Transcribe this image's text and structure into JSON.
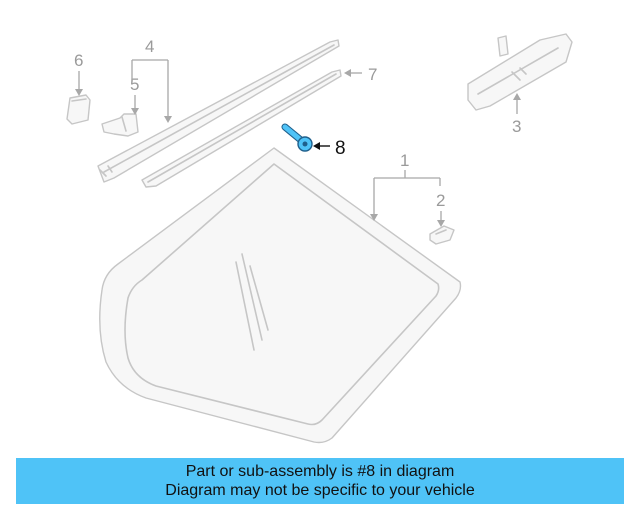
{
  "colors": {
    "highlight": "#4fc3f7",
    "part_outline": "#c6c6c6",
    "callout_text": "#9a9a9a"
  },
  "callouts": {
    "c1": "1",
    "c2": "2",
    "c3": "3",
    "c4": "4",
    "c5": "5",
    "c6": "6",
    "c7": "7",
    "c8": "8"
  },
  "banner": {
    "line1": "Part or sub-assembly is #8 in diagram",
    "line2": "Diagram may not be specific to your vehicle"
  }
}
